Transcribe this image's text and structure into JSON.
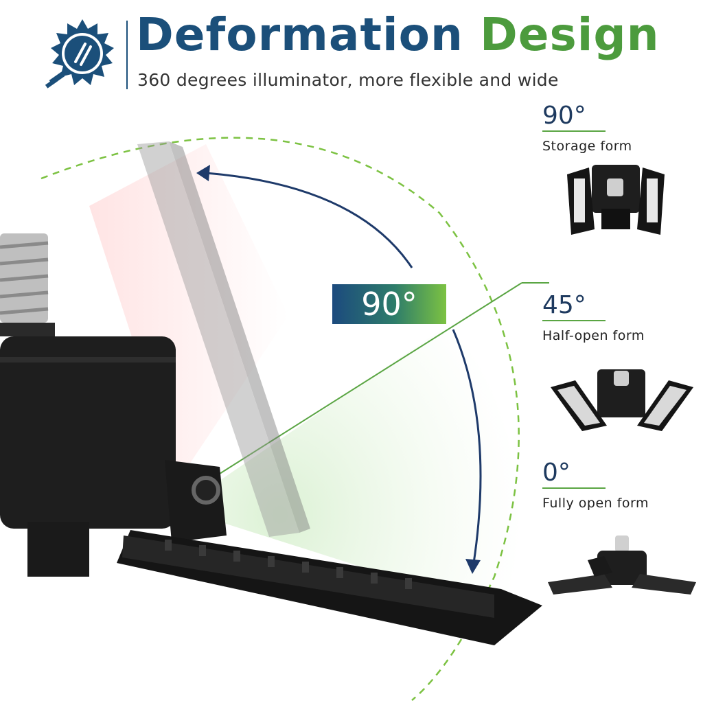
{
  "header": {
    "title_part1": "Deformation",
    "title_part2": "Design",
    "subtitle": "360 degrees illuminator, more flexible and wide",
    "logo_icon": "bulb-sun-icon"
  },
  "badge": {
    "label": "90°"
  },
  "forms": [
    {
      "angle": "90°",
      "label": "Storage form"
    },
    {
      "angle": "45°",
      "label": "Half-open form"
    },
    {
      "angle": "0°",
      "label": "Fully open form"
    }
  ],
  "colors": {
    "brand_blue": "#1b4f7a",
    "brand_green": "#4c9b3d",
    "accent_green": "#7cc242"
  }
}
